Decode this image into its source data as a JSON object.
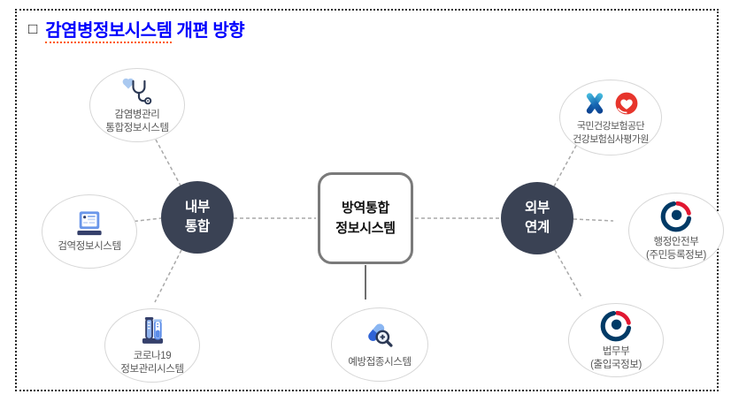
{
  "title": {
    "bullet": "□",
    "underlined": "감염병정보시스템",
    "rest": " 개편 방향"
  },
  "diagram": {
    "center_box": {
      "label": "방역통합\n정보시스템"
    },
    "hubs": {
      "internal": {
        "label": "내부\n통합"
      },
      "external": {
        "label": "외부\n연계"
      }
    },
    "nodes": {
      "infectious": {
        "label": "감염병관리\n통합정보시스템",
        "icon": "stethoscope-icon"
      },
      "quarantine": {
        "label": "검역정보시스템",
        "icon": "laptop-icon"
      },
      "corona": {
        "label": "코로나19\n정보관리시스템",
        "icon": "test-tubes-icon"
      },
      "vaccination": {
        "label": "예방접종시스템",
        "icon": "pill-magnifier-icon"
      },
      "nhis_hira": {
        "label": "국민건강보험공단\n건강보험심사평가원",
        "icons": [
          "nhis-x-logo",
          "hira-heart-logo"
        ]
      },
      "mois": {
        "label": "행정안전부\n(주민등록정보)",
        "icon": "korea-gov-logo"
      },
      "moj": {
        "label": "법무부\n(출입국정보)",
        "icon": "korea-gov-logo"
      }
    },
    "colors": {
      "hub_fill": "#3a4254",
      "connector_line": "#a9a9a9",
      "title_blue": "#0000fe",
      "icon_blue": "#5b8ce8",
      "icon_navy": "#2b3854",
      "gov_navy": "#003a66",
      "gov_red": "#e11731",
      "hira_red": "#e7352c"
    }
  }
}
